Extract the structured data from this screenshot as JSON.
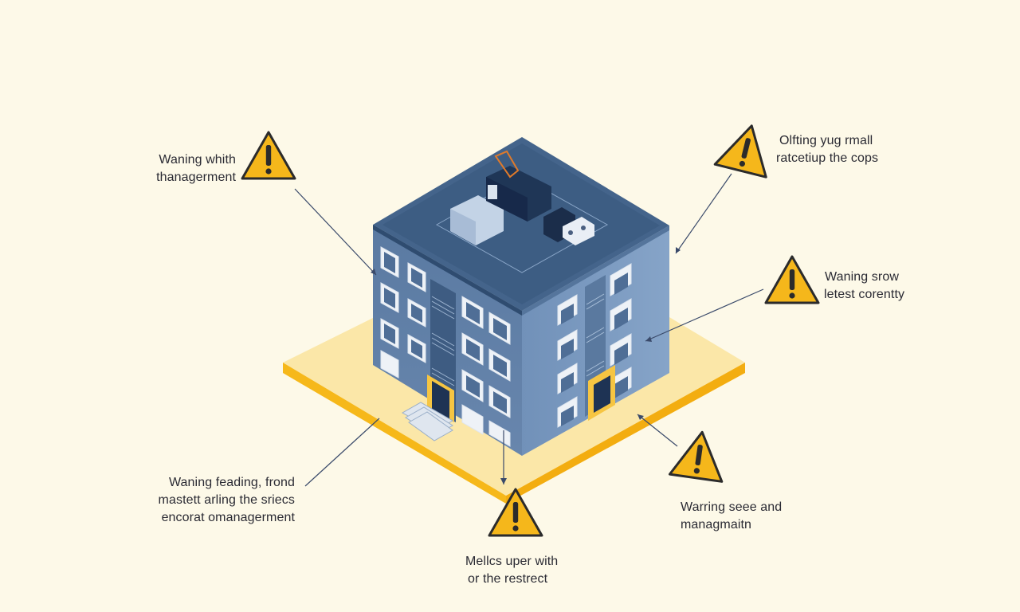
{
  "colors": {
    "background": "#fdf9e8",
    "building_front": "#5e7ea5",
    "building_side": "#7c9cc2",
    "roof": "#44648b",
    "roof_top": "#3d5d83",
    "platform": "#fbe7a8",
    "platform_edge": "#f6b81a",
    "warning_fill": "#f5b71b",
    "warning_stroke": "#2b2b2b",
    "text": "#2a2a33",
    "leader_line": "#3a4a6a"
  },
  "icons": {
    "warning": "warning-triangle-icon"
  },
  "callouts": [
    {
      "id": "top-left",
      "lines": [
        "Waning whith",
        "thanagerment"
      ]
    },
    {
      "id": "top-right",
      "lines": [
        "Olfting yug rmall",
        "ratcetiup the cops"
      ]
    },
    {
      "id": "mid-right",
      "lines": [
        "Waning srow",
        "letest corentty"
      ]
    },
    {
      "id": "bottom-left",
      "lines": [
        "Waning feading, frond",
        "mastett arling the sriecs",
        "encorat omanagerment"
      ]
    },
    {
      "id": "bottom-center",
      "lines": [
        "Mellcs uper with",
        "or the restrect"
      ]
    },
    {
      "id": "bottom-right",
      "lines": [
        "Warring seee and",
        "managmaitn"
      ]
    }
  ]
}
